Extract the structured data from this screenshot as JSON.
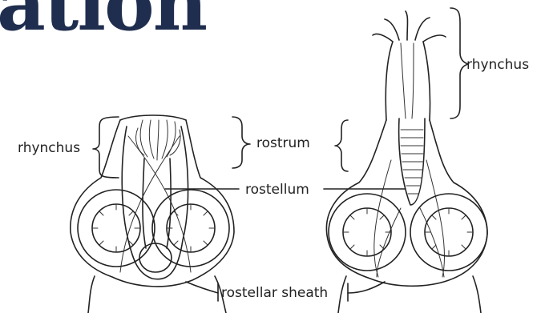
{
  "slide": {
    "title_fragment": "ation"
  },
  "diagram": {
    "labels": {
      "rhynchus_left": "rhynchus",
      "rhynchus_right": "rhynchus",
      "rostrum": "rostrum",
      "rostellum": "rostellum",
      "rostellar_sheath": "rostellar sheath"
    },
    "colors": {
      "title": "#1f2d4e",
      "line": "#222222"
    }
  }
}
